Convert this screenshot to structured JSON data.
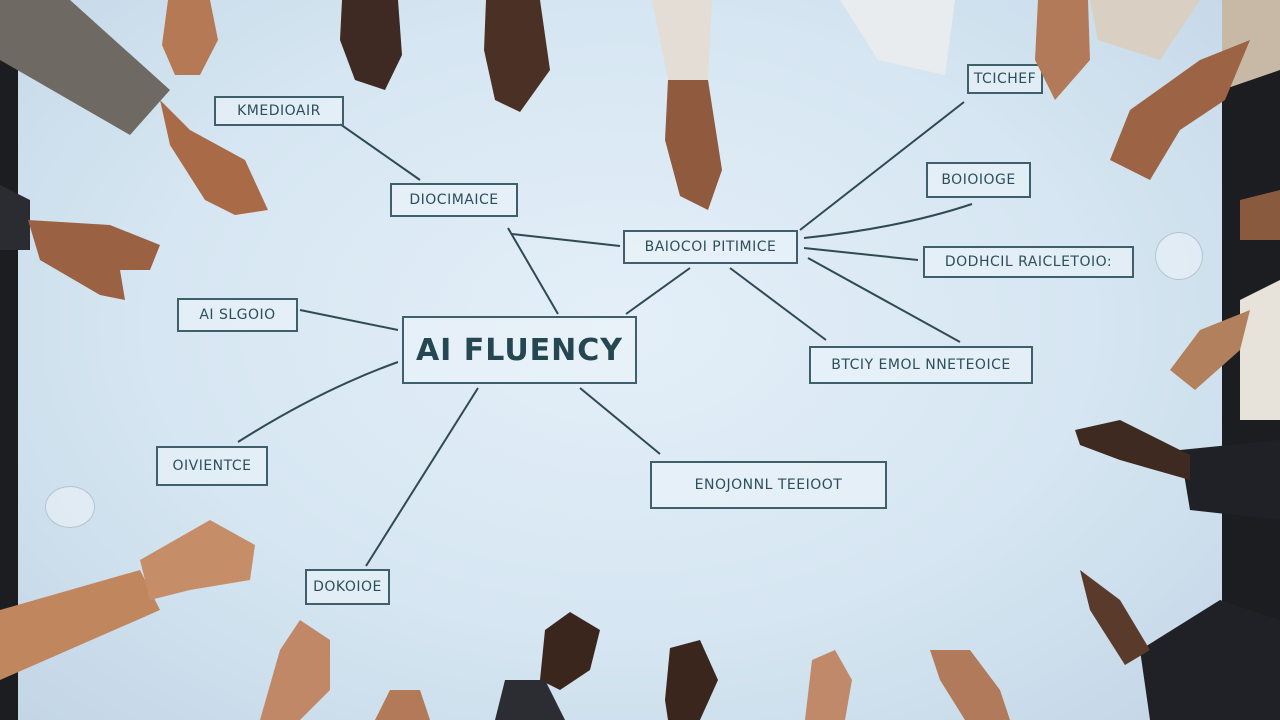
{
  "mind_map": {
    "center_label": "AI FLUENCY",
    "nodes": [
      {
        "id": "n1",
        "label": "KMEDIOAIR"
      },
      {
        "id": "n2",
        "label": "DIOCIMAICE"
      },
      {
        "id": "n3",
        "label": "AI SLGOIO"
      },
      {
        "id": "n4",
        "label": "OIVIENTCE"
      },
      {
        "id": "n5",
        "label": "DOKOIOE"
      },
      {
        "id": "n6",
        "label": "BAIOCOI PITIMICE"
      },
      {
        "id": "n7",
        "label": "TCICHEF"
      },
      {
        "id": "n8",
        "label": "BOIOIOGE"
      },
      {
        "id": "n9",
        "label": "DODHCIL RAICLETOIO:"
      },
      {
        "id": "n10",
        "label": "BTCIY EMOL NNETEOICE"
      },
      {
        "id": "n11",
        "label": "ENOJONNL TEEIOOT"
      }
    ]
  },
  "colors": {
    "ink": "#3f5f6b",
    "surface": "#dbe8f3",
    "skin_dark": "#4a3024",
    "skin_mid": "#8a5a3f",
    "skin_light": "#c58e6c"
  }
}
